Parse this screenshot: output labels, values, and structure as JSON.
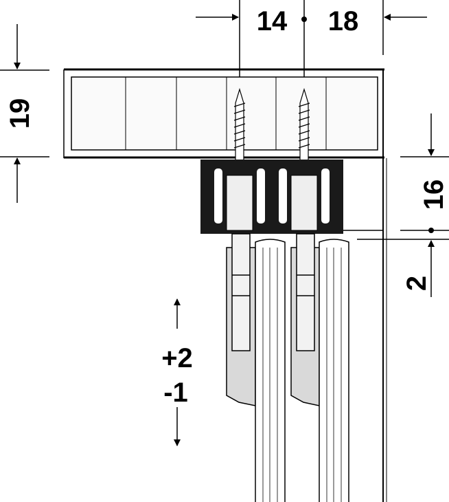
{
  "dimensions": {
    "top_left": "14",
    "top_right": "18",
    "left_height": "19",
    "right_height": "16",
    "right_gap": "2",
    "adjust_up": "+2",
    "adjust_down": "-1"
  },
  "colors": {
    "line": "#000000",
    "track": "#1a1a1a",
    "fill_light": "#f2f2f2",
    "fill_grey": "#d9d9d9"
  }
}
